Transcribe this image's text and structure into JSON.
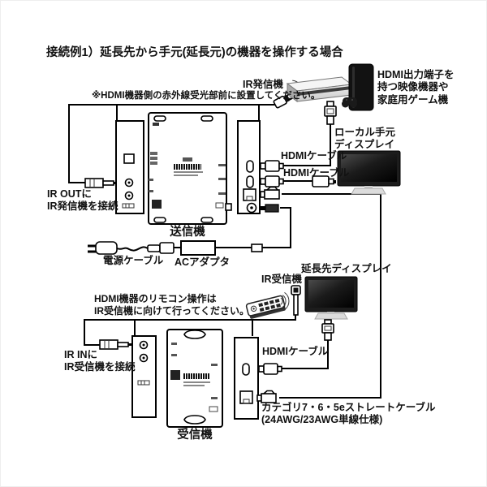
{
  "title": "接続例1）延長先から手元(延長元)の機器を操作する場合",
  "top": {
    "ir_emitter_label": "IR発信機",
    "ir_emitter_note": "※HDMI機器側の赤外線受光部前に設置してください。",
    "source_device_label": "HDMI出力端子を\n持つ映像機器や\n家庭用ゲーム機",
    "local_display_label": "ローカル手元\nディスプレイ"
  },
  "transmitter": {
    "name": "送信機",
    "ir_out_note": "IR OUTに\nIR発信機を接続",
    "hdmi_cable_top_label": "HDMIケーブル",
    "hdmi_cable_bottom_label": "HDMIケーブル"
  },
  "power": {
    "power_cable_label": "電源ケーブル",
    "ac_adapter_label": "ACアダプタ"
  },
  "middle": {
    "extended_display_label": "延長先ディスプレイ",
    "ir_receiver_label": "IR受信機",
    "remote_note": "HDMI機器のリモコン操作は\nIR受信機に向けて行ってください。"
  },
  "receiver": {
    "name": "受信機",
    "ir_in_note": "IR INに\nIR受信機を接続",
    "hdmi_cable_label": "HDMIケーブル",
    "lan_cable_label": "カテゴリ7・6・5eストレートケーブル\n(24AWG/23AWG単線仕様)"
  }
}
